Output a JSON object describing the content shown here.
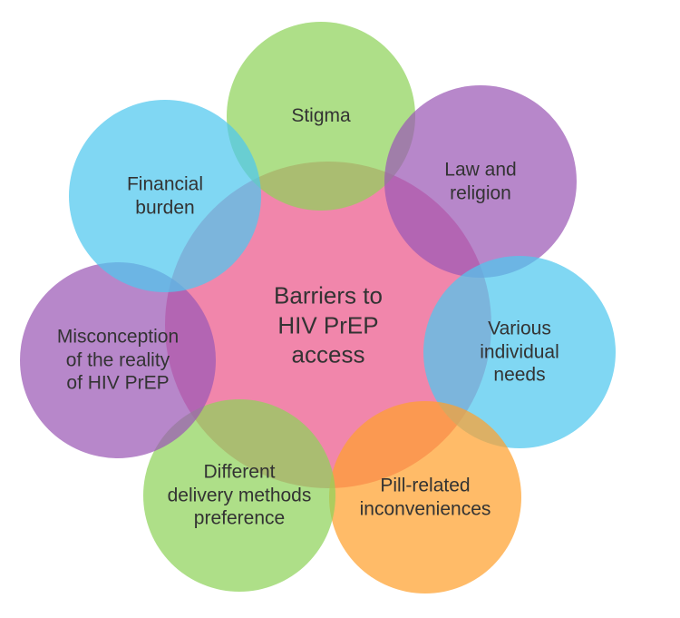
{
  "center": {
    "lines": [
      "Barriers to",
      "HIV PrEP",
      "access"
    ],
    "color": "#f07fa6"
  },
  "barriers": [
    {
      "name": "stigma",
      "lines": [
        "Stigma"
      ],
      "color": "#8fd35a"
    },
    {
      "name": "law-and-religion",
      "lines": [
        "Law and",
        "religion"
      ],
      "color": "#9b59b6"
    },
    {
      "name": "various-individual-needs",
      "lines": [
        "Various",
        "individual",
        "needs"
      ],
      "color": "#4fc7ee"
    },
    {
      "name": "pill-related-inconveniences",
      "lines": [
        "Pill-related",
        "inconveniences"
      ],
      "color": "#ffa12e"
    },
    {
      "name": "different-delivery-methods-preference",
      "lines": [
        "Different",
        "delivery methods",
        "preference"
      ],
      "color": "#8fd35a"
    },
    {
      "name": "misconception-of-hiv-prep",
      "lines": [
        "Misconception",
        "of the reality",
        "of HIV PrEP"
      ],
      "color": "#9b59b6"
    },
    {
      "name": "financial-burden",
      "lines": [
        "Financial",
        "burden"
      ],
      "color": "#4fc7ee"
    }
  ]
}
